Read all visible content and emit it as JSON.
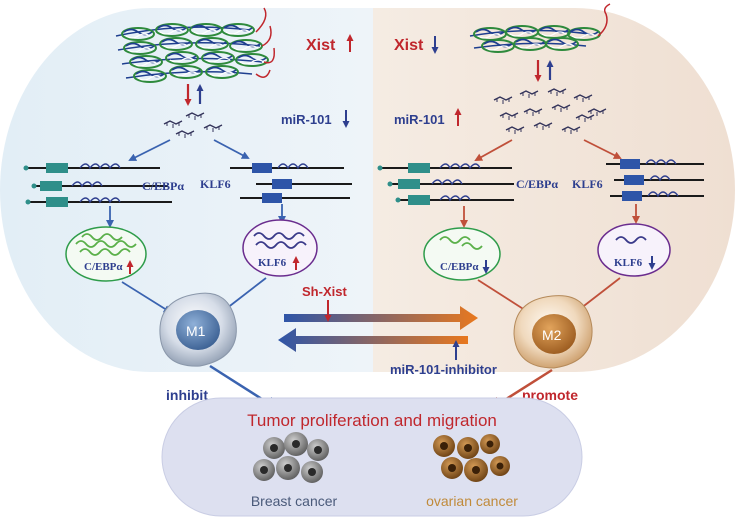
{
  "left_panel": {
    "xist": "Xist",
    "mir": "miR-101",
    "cebpa": "C/EBPα",
    "klf6": "KLF6",
    "cell": "M1",
    "effect": "inhibit",
    "xist_dir": "up",
    "mir_dir": "down",
    "cebpa_dir": "up",
    "klf6_dir": "up"
  },
  "right_panel": {
    "xist": "Xist",
    "mir": "miR-101",
    "cebpa": "C/EBPα",
    "klf6": "KLF6",
    "cell": "M2",
    "effect": "promote",
    "xist_dir": "down",
    "mir_dir": "up",
    "cebpa_dir": "down",
    "klf6_dir": "down"
  },
  "interventions": {
    "top": "Sh-Xist",
    "bottom": "miR-101-inhibitor"
  },
  "bottom_panel": {
    "title": "Tumor proliferation and migration",
    "cancer_left": "Breast cancer",
    "cancer_right": "ovarian cancer"
  },
  "colors": {
    "left_bg": "#e6f0f7",
    "right_bg": "#f3e6dc",
    "bottom_bg": "#dde0f0",
    "red": "#c0272d",
    "blue": "#2e3f8f",
    "arrow_blue": "#3a63b0",
    "arrow_red": "#c0503a",
    "green": "#2e9c4a",
    "purple": "#6a2c8e",
    "teal": "#2f8f8a"
  }
}
